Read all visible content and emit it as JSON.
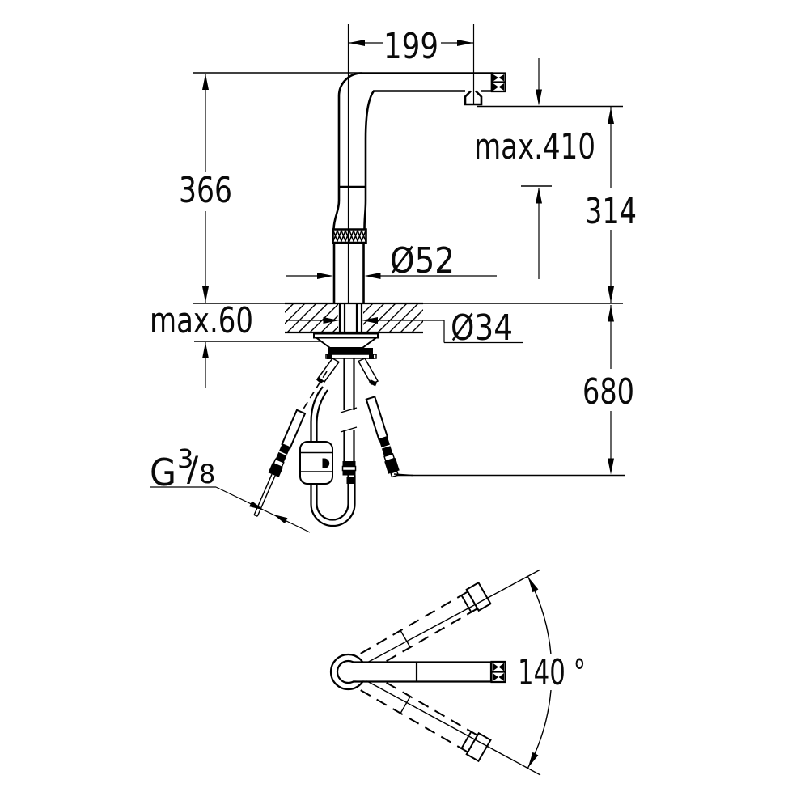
{
  "drawing": {
    "type": "faucet-installation-dimension-diagram",
    "colors": {
      "ink": "#000000",
      "background": "#ffffff"
    },
    "labels": {
      "spout_reach": "199",
      "height_above_deck": "366",
      "max_height": "max.410",
      "outlet_height": "314",
      "body_diameter": "Ø52",
      "max_counter_thickness": "max.60",
      "hole_diameter": "Ø34",
      "below_deck_length": "680",
      "swivel_angle": "140 °",
      "thread_g": "G",
      "thread_numerator": "3",
      "thread_slash": "/",
      "thread_denominator": "8"
    }
  }
}
